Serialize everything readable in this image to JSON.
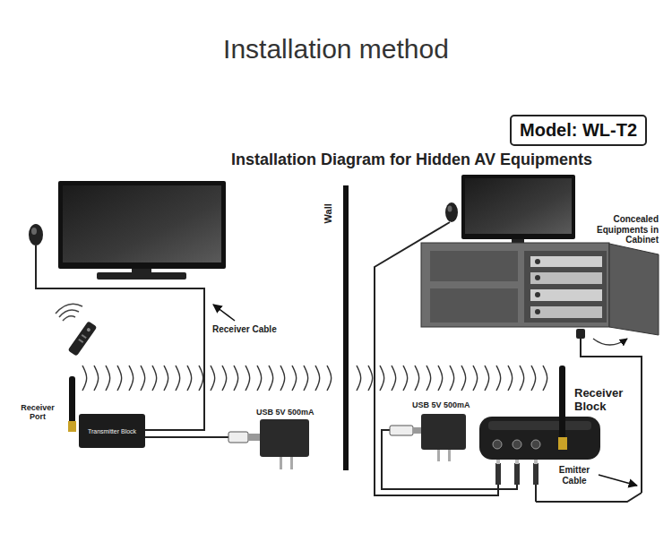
{
  "diagram": {
    "title": "Installation method",
    "nodes": [
      {
        "text": [
          "Model: WL-T2"
        ]
      },
      {
        "text": [
          "Transmitter Block"
        ]
      }
    ],
    "labels": [
      "Installation Diagram for Hidden AV Equipments",
      "Wall",
      "Concealed Equipments in Cabinet",
      "Receiver Cable",
      "Receiver Port",
      "USB 5V 500mA",
      "USB 5V 500mA",
      "Receiver Block",
      "Emitter Cable"
    ]
  }
}
